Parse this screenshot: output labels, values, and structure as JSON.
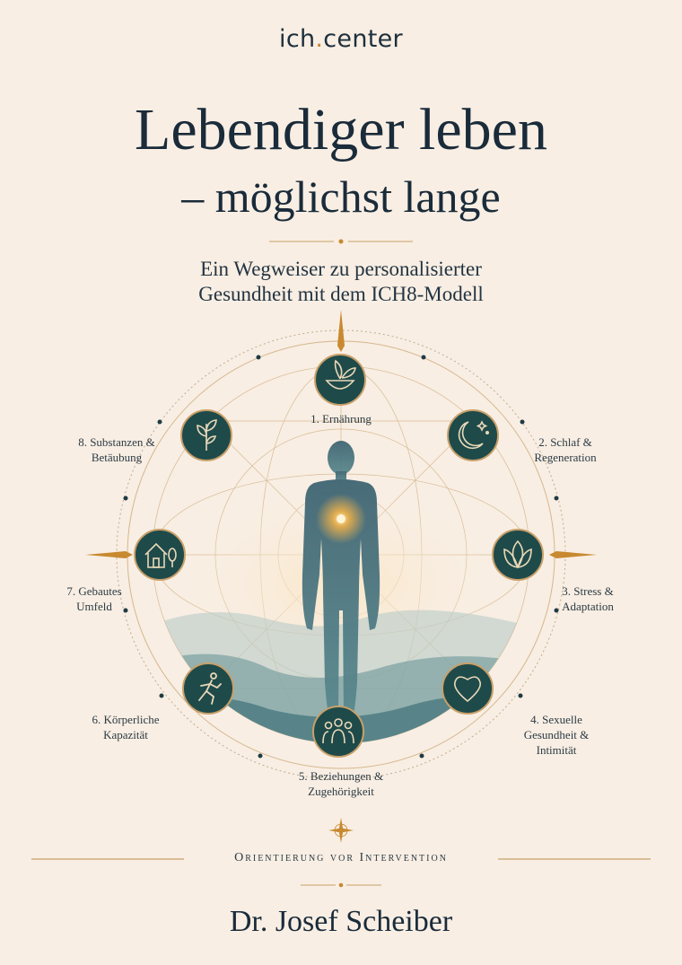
{
  "brand": {
    "prefix": "ich",
    "dot": ".",
    "suffix": "center"
  },
  "title": {
    "line1": "Lebendiger leben",
    "line2": "– möglichst lange"
  },
  "subtitle": {
    "line1": "Ein Wegweiser zu personalisierter",
    "line2": "Gesundheit mit dem ICH8-Modell"
  },
  "colors": {
    "accent": "#c8892f",
    "teal": "#1f4a4a",
    "text": "#1d3040",
    "background": "#f8eee3"
  },
  "areas": [
    {
      "lines": [
        "1. Ernährung"
      ],
      "icon": "bowl-leaf-icon"
    },
    {
      "lines": [
        "2. Schlaf &",
        "Regeneration"
      ],
      "icon": "moon-stars-icon"
    },
    {
      "lines": [
        "3. Stress &",
        "Adaptation"
      ],
      "icon": "lotus-icon"
    },
    {
      "lines": [
        "4. Sexuelle",
        "Gesundheit &",
        "Intimität"
      ],
      "icon": "heart-icon"
    },
    {
      "lines": [
        "5. Beziehungen &",
        "Zugehörigkeit"
      ],
      "icon": "people-icon"
    },
    {
      "lines": [
        "6. Körperliche",
        "Kapazität"
      ],
      "icon": "runner-icon"
    },
    {
      "lines": [
        "7. Gebautes",
        "Umfeld"
      ],
      "icon": "house-tree-icon"
    },
    {
      "lines": [
        "8. Substanzen &",
        "Betäubung"
      ],
      "icon": "sprout-icon"
    }
  ],
  "tagline": "Orientierung vor Intervention",
  "author": "Dr. Josef Scheiber"
}
